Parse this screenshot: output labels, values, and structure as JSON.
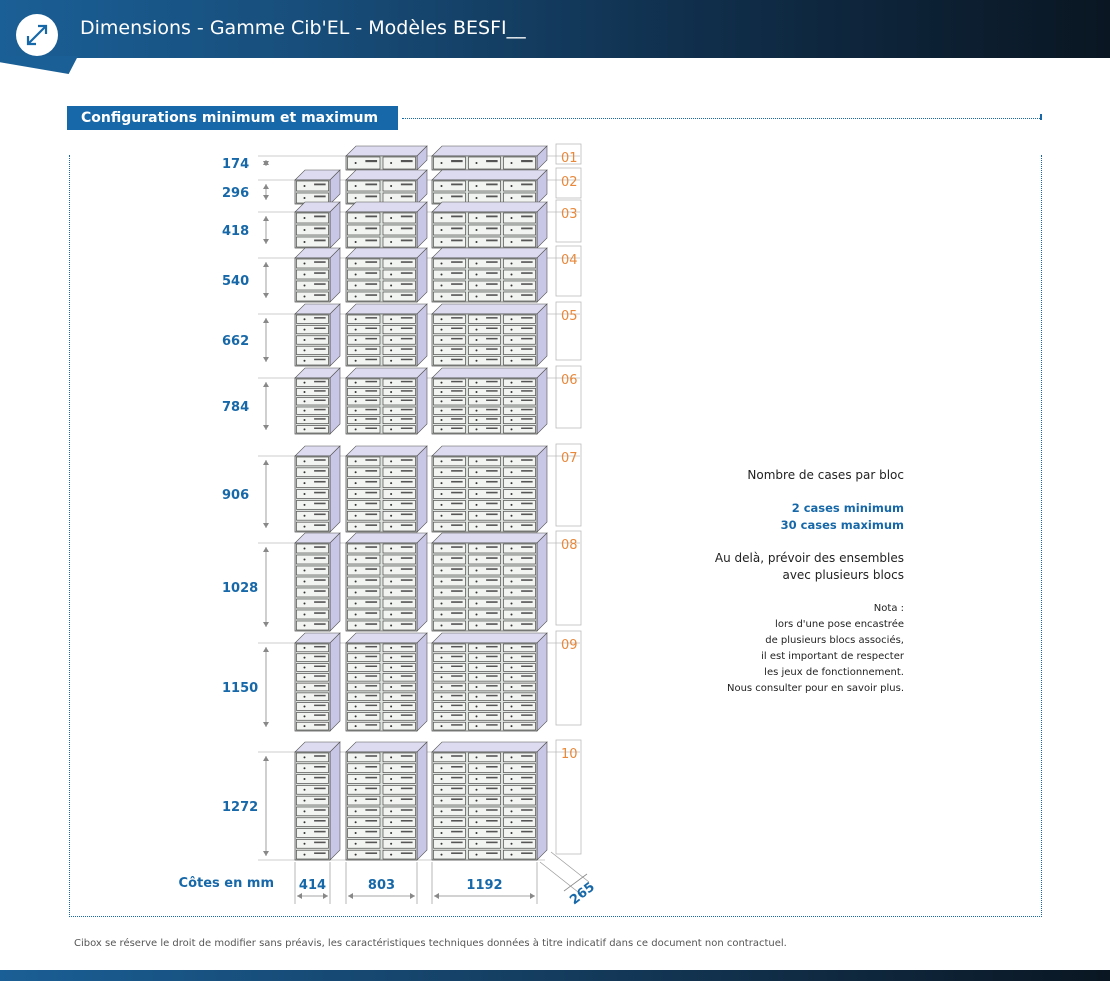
{
  "header": {
    "title": "Dimensions - Gamme Cib'EL - Modèles BESFI__",
    "icon": "resize-arrows-icon"
  },
  "section": {
    "title": "Configurations minimum  et maximum"
  },
  "diagram": {
    "rows": [
      {
        "num": "01",
        "height": "174",
        "cases": 1
      },
      {
        "num": "02",
        "height": "296",
        "cases": 2
      },
      {
        "num": "03",
        "height": "418",
        "cases": 3
      },
      {
        "num": "04",
        "height": "540",
        "cases": 4
      },
      {
        "num": "05",
        "height": "662",
        "cases": 5
      },
      {
        "num": "06",
        "height": "784",
        "cases": 6
      },
      {
        "num": "07",
        "height": "906",
        "cases": 7
      },
      {
        "num": "08",
        "height": "1028",
        "cases": 8
      },
      {
        "num": "09",
        "height": "1150",
        "cases": 9
      },
      {
        "num": "10",
        "height": "1272",
        "cases": 10
      }
    ],
    "widths": [
      "414",
      "803",
      "1192"
    ],
    "depth": "265",
    "units_label": "Côtes en mm"
  },
  "info": {
    "title": "Nombre de cases par bloc",
    "min": "2 cases minimum",
    "max": "30 cases maximum",
    "beyond": "Au delà, prévoir des ensembles\navec plusieurs blocs",
    "nota": "Nota :\nlors d'une pose encastrée\nde plusieurs blocs associés,\nil est important de respecter\nles jeux de fonctionnement.\nNous consulter pour en savoir plus."
  },
  "footer": {
    "note": "Cibox se réserve le droit de modifier sans préavis, les caractéristiques techniques données à titre indicatif dans ce document non contractuel."
  },
  "colors": {
    "blue": "#1768a8",
    "orange": "#e8883a",
    "side": "#c9c7e6",
    "front": "#dfe3df"
  }
}
